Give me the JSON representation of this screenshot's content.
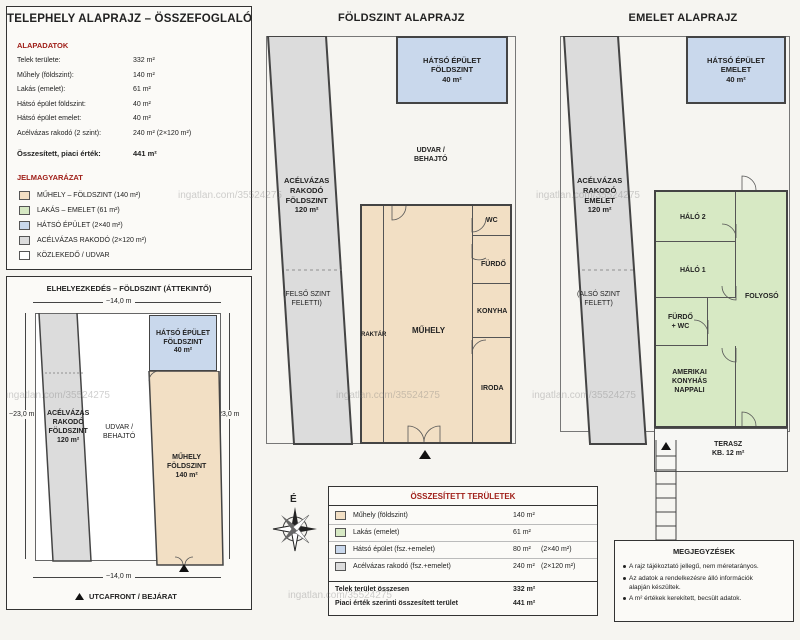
{
  "header": {
    "title": "TELEPHELY ALAPRAJZ – ÖSSZEFOGLALÓ"
  },
  "alapadatok": {
    "heading": "ALAPADATOK",
    "rows": [
      {
        "label": "Telek területe:",
        "value": "332 m²"
      },
      {
        "label": "Műhely (földszint):",
        "value": "140 m²"
      },
      {
        "label": "Lakás (emelet):",
        "value": "61 m²"
      },
      {
        "label": "Hátsó épület földszint:",
        "value": "40 m²"
      },
      {
        "label": "Hátsó épület emelet:",
        "value": "40 m²"
      },
      {
        "label": "Acélvázas rakodó (2 szint):",
        "value": "240 m²  (2×120 m²)"
      }
    ],
    "total_label": "Összesített, piaci érték:",
    "total_value": "441 m²"
  },
  "legend": {
    "heading": "JELMAGYARÁZAT",
    "items": [
      {
        "label": "MŰHELY – FÖLDSZINT (140 m²)",
        "color": "#f2dfc4"
      },
      {
        "label": "LAKÁS – EMELET (61 m²)",
        "color": "#d7e9c4"
      },
      {
        "label": "HÁTSÓ ÉPÜLET (2×40 m²)",
        "color": "#c9d8ec"
      },
      {
        "label": "ACÉLVÁZAS RAKODÓ (2×120 m²)",
        "color": "#dcdcdc"
      },
      {
        "label": "KÖZLEKEDŐ / UDVAR",
        "color": "#ffffff"
      }
    ]
  },
  "site": {
    "title": "ELHELYEZKEDÉS – FÖLDSZINT (ÁTTEKINTŐ)",
    "width_top": "~14,0 m",
    "width_bottom": "~14,0 m",
    "height_left": "~23,0 m",
    "height_right": "~23,0 m",
    "rakodo": "ACÉLVÁZAS\nRAKODÓ\nFÖLDSZINT\n120 m²",
    "udvar": "UDVAR /\nBEHAJTÓ",
    "hatso": "HÁTSÓ ÉPÜLET\nFÖLDSZINT\n40 m²",
    "muhely": "MŰHELY\nFÖLDSZINT\n140 m²",
    "footer": "UTCAFRONT / BEJÁRAT"
  },
  "ground": {
    "title": "FÖLDSZINT ALAPRAJZ",
    "hatso": "HÁTSÓ ÉPÜLET\nFÖLDSZINT\n40 m²",
    "udvar": "UDVAR /\nBEHAJTÓ",
    "rakodo": "ACÉLVÁZAS\nRAKODÓ\nFÖLDSZINT\n120 m²",
    "felso": "(FELSŐ SZINT\nFELETTI)",
    "raktar": "RAKTÁR",
    "muhely": "MŰHELY",
    "wc": "WC",
    "furdo": "FÜRDŐ",
    "konyha": "KONYHA",
    "iroda": "IRODA"
  },
  "upper": {
    "title": "EMELET ALAPRAJZ",
    "hatso": "HÁTSÓ ÉPÜLET\nEMELET\n40 m²",
    "rakodo": "ACÉLVÁZAS\nRAKODÓ\nEMELET\n120 m²",
    "also": "(ALSÓ SZINT\nFELETT)",
    "halo2": "HÁLÓ 2",
    "halo1": "HÁLÓ 1",
    "furdo": "FÜRDŐ\n+ WC",
    "konyha": "AMERIKAI\nKONYHÁS\nNAPPALI",
    "folyoso": "FOLYOSÓ",
    "terasz": "TERASZ\nKB. 12 m²"
  },
  "compass": {
    "north": "É"
  },
  "summary": {
    "title": "ÖSSZESÍTETT TERÜLETEK",
    "rows": [
      {
        "label": "Műhely (földszint)",
        "value": "140 m²",
        "extra": "",
        "color": "#f2dfc4"
      },
      {
        "label": "Lakás (emelet)",
        "value": "61 m²",
        "extra": "",
        "color": "#d7e9c4"
      },
      {
        "label": "Hátsó épület (fsz.+emelet)",
        "value": "80 m²",
        "extra": "(2×40 m²)",
        "color": "#c9d8ec"
      },
      {
        "label": "Acélvázas rakodó (fsz.+emelet)",
        "value": "240 m²",
        "extra": "(2×120 m²)",
        "color": "#dcdcdc"
      }
    ],
    "total1_label": "Telek terület összesen",
    "total1_value": "332 m²",
    "total2_label": "Piaci érték szerinti összesített terület",
    "total2_value": "441 m²"
  },
  "notes": {
    "title": "MEGJEGYZÉSEK",
    "items": [
      "A rajz tájékoztató jellegű, nem méretarányos.",
      "Az adatok a rendelkezésre álló információk\nalapján készültek.",
      "A m² értékek kerekített, becsült adatok."
    ]
  },
  "watermark": "ingatlan.com/35524275"
}
